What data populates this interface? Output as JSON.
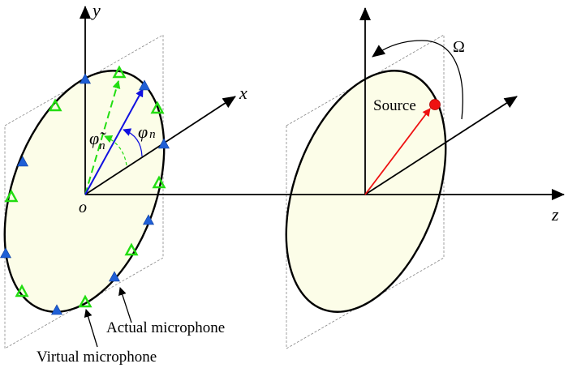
{
  "labels": {
    "y_axis": "y",
    "x_axis": "x",
    "z_axis": "z",
    "origin": "o",
    "phi": "φ",
    "phi_sub": "n",
    "phi_tilde": "φ̃",
    "phi_tilde_sub": "n",
    "omega": "Ω",
    "source": "Source",
    "actual_mic": "Actual microphone",
    "virtual_mic": "Virtual microphone"
  },
  "colors": {
    "disc_fill": "#fcfde8",
    "actual_mic": "#1f5fd6",
    "virtual_mic": "#22dd11",
    "source": "#ee1111",
    "blue_vector": "#1010e0"
  }
}
